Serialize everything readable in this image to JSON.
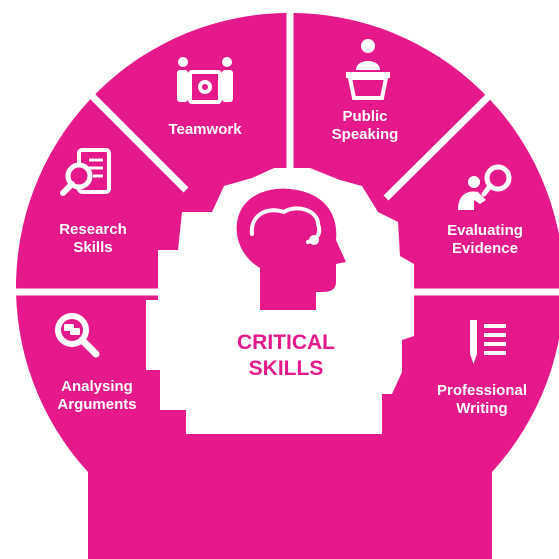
{
  "colors": {
    "magenta": "#e6198c",
    "white": "#ffffff"
  },
  "center": {
    "icon": "head-brain-icon",
    "title": "CRITICAL\nSKILLS"
  },
  "segments": [
    {
      "label": "Analysing\nArguments",
      "icon": "magnifier-chat-icon"
    },
    {
      "label": "Research\nSkills",
      "icon": "document-search-icon"
    },
    {
      "label": "Teamwork",
      "icon": "team-gear-icon"
    },
    {
      "label": "Public\nSpeaking",
      "icon": "speaker-podium-icon"
    },
    {
      "label": "Evaluating\nEvidence",
      "icon": "person-magnifier-icon"
    },
    {
      "label": "Professional\nWriting",
      "icon": "pen-document-icon"
    }
  ]
}
